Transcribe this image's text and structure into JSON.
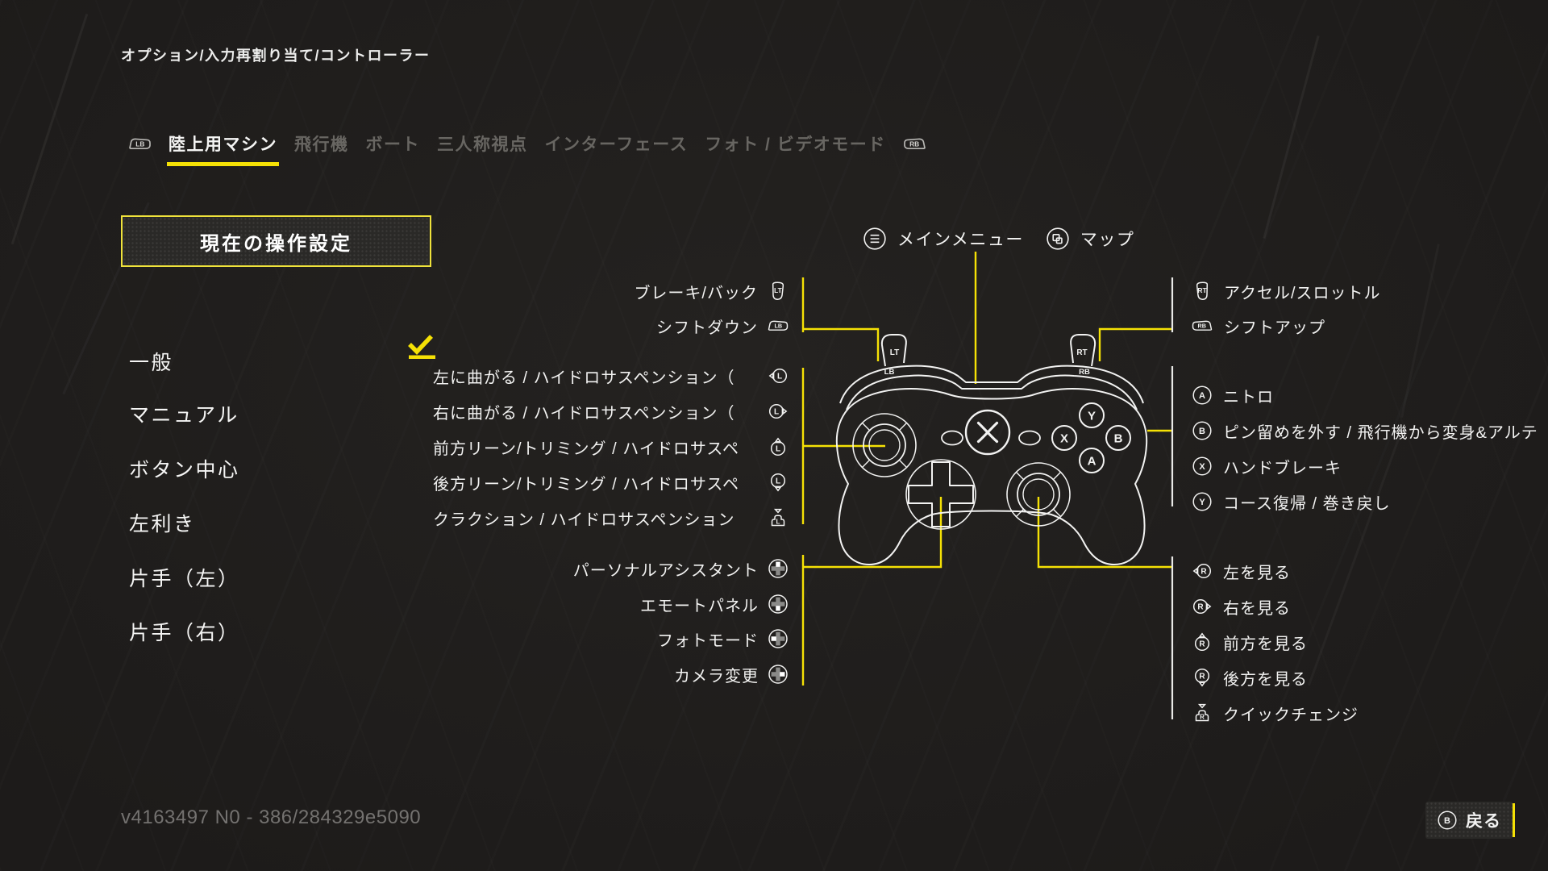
{
  "colors": {
    "accent": "#f5e105",
    "background": "#201e1d",
    "text": "#f2f2f2",
    "muted": "#686662"
  },
  "breadcrumb": "オプション/入力再割り当て/コントローラー",
  "tabs": {
    "prev_hint": "LB",
    "next_hint": "RB",
    "items": [
      {
        "label": "陸上用マシン",
        "active": true
      },
      {
        "label": "飛行機",
        "active": false
      },
      {
        "label": "ボート",
        "active": false
      },
      {
        "label": "三人称視点",
        "active": false
      },
      {
        "label": "インターフェース",
        "active": false
      },
      {
        "label": "フォト / ビデオモード",
        "active": false
      }
    ]
  },
  "current_settings_button": "現在の操作設定",
  "profiles": {
    "selected": "一般",
    "items": [
      "一般",
      "マニュアル",
      "ボタン中心",
      "左利き",
      "片手（左）",
      "片手（右）"
    ]
  },
  "top_callouts": [
    {
      "icon": "menu-button-icon",
      "label": "メインメニュー"
    },
    {
      "icon": "view-button-icon",
      "label": "マップ"
    }
  ],
  "left_callouts": {
    "shoulder": [
      {
        "icon": "left-trigger-icon",
        "label": "ブレーキ/バック"
      },
      {
        "icon": "left-bumper-icon",
        "label": "シフトダウン"
      }
    ],
    "left_stick": [
      {
        "icon": "left-stick-left-icon",
        "label": "左に曲がる / ハイドロサスペンション（"
      },
      {
        "icon": "left-stick-right-icon",
        "label": "右に曲がる / ハイドロサスペンション（"
      },
      {
        "icon": "left-stick-up-icon",
        "label": "前方リーン/トリミング / ハイドロサスペ"
      },
      {
        "icon": "left-stick-down-icon",
        "label": "後方リーン/トリミング / ハイドロサスペ"
      },
      {
        "icon": "left-stick-press-icon",
        "label": "クラクション / ハイドロサスペンション"
      }
    ],
    "dpad": [
      {
        "icon": "dpad-up-icon",
        "label": "パーソナルアシスタント"
      },
      {
        "icon": "dpad-down-icon",
        "label": "エモートパネル"
      },
      {
        "icon": "dpad-left-icon",
        "label": "フォトモード"
      },
      {
        "icon": "dpad-right-icon",
        "label": "カメラ変更"
      }
    ]
  },
  "right_callouts": {
    "shoulder": [
      {
        "icon": "right-trigger-icon",
        "label": "アクセル/スロットル"
      },
      {
        "icon": "right-bumper-icon",
        "label": "シフトアップ"
      }
    ],
    "face_buttons": [
      {
        "icon": "a-button-icon",
        "label": "ニトロ"
      },
      {
        "icon": "b-button-icon",
        "label": "ピン留めを外す / 飛行機から変身&アルテ"
      },
      {
        "icon": "x-button-icon",
        "label": "ハンドブレーキ"
      },
      {
        "icon": "y-button-icon",
        "label": "コース復帰 / 巻き戻し"
      }
    ],
    "right_stick": [
      {
        "icon": "right-stick-left-icon",
        "label": "左を見る"
      },
      {
        "icon": "right-stick-right-icon",
        "label": "右を見る"
      },
      {
        "icon": "right-stick-up-icon",
        "label": "前方を見る"
      },
      {
        "icon": "right-stick-down-icon",
        "label": "後方を見る"
      },
      {
        "icon": "right-stick-press-icon",
        "label": "クイックチェンジ"
      }
    ]
  },
  "controller": {
    "lt": "LT",
    "lb": "LB",
    "rt": "RT",
    "rb": "RB",
    "a": "A",
    "b": "B",
    "x": "X",
    "y": "Y"
  },
  "icons": {
    "l": "L",
    "r": "R",
    "a": "A",
    "b": "B",
    "x": "X",
    "y": "Y",
    "lt": "LT",
    "lb": "LB",
    "rt": "RT",
    "rb": "RB"
  },
  "footer": {
    "version": "v4163497 N0 - 386/284329e5090",
    "back_label": "戻る"
  }
}
